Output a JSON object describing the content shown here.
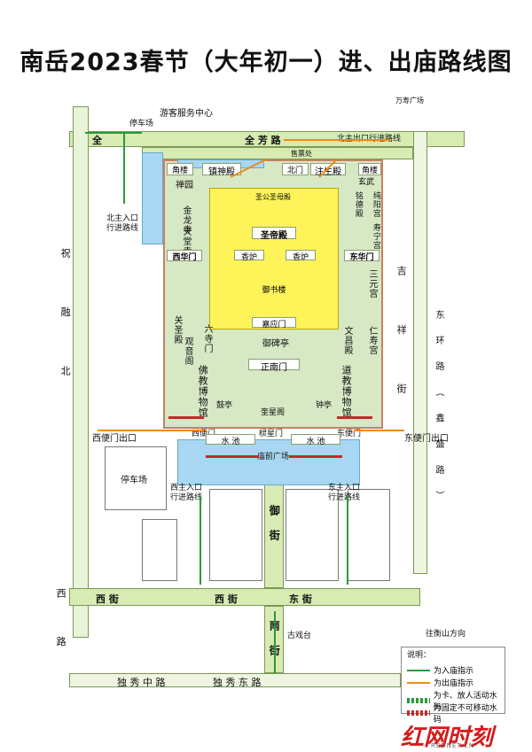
{
  "title": "南岳2023春节（大年初一）进、出庙路线图",
  "roads": {
    "north": "全 芳 路",
    "north_west": "全",
    "west_main": "祝 融 北",
    "west_lower": "西 路",
    "west_street": "西 街",
    "west_street2": "西 街",
    "east_street": "东 街",
    "south_main": "独 秀 中 路",
    "south_east": "独 秀 东 路",
    "east_main": "东 环 路 （ 鑫 盛 路 ）",
    "jixiang": "吉 祥 街",
    "yujie": "御 街",
    "nanjie": "南 街"
  },
  "places": {
    "visitor_center": "游客服务中心",
    "parking_top": "停车场",
    "parking_left": "停车场",
    "wanshou": "万寿广场",
    "north_exit": "北主出口行进路线",
    "north_entry": "北主入口行进路线",
    "west_exit": "西便门出口",
    "east_exit": "东便门出口",
    "west_entry": "西主入口行进路线",
    "east_entry": "东主入口行进路线",
    "plaza": "庙前广场",
    "pool_w": "水 池",
    "pool_e": "水 池",
    "guxitai": "古戏台",
    "wangfang": "往衡山方向",
    "ticket": "售票处"
  },
  "halls": {
    "jiaolou_nw": "角楼",
    "jiaolou_ne": "角楼",
    "zhenshen": "镇神殿",
    "beimen": "北门",
    "zhusheng": "注生殿",
    "xuanwu": "玄武",
    "shenggong": "圣公圣母殿",
    "shengdi": "圣帝殿",
    "xianglu_w": "香炉",
    "xianglu_e": "香炉",
    "yushu": "御书楼",
    "jiaying": "嘉应门",
    "yubei": "御碑亭",
    "zhengnan": "正南门",
    "kuixing": "奎星阁",
    "chan": "禅园",
    "jinlong": "金龙寺",
    "tiantang": "天堂寺",
    "xihua": "西华门",
    "donghua": "东华门",
    "lumin": "铭德殿",
    "chunyang": "纯阳宫",
    "shouning": "寿宁宫",
    "sanyuan": "三元宫",
    "liuxiang": "六寺门",
    "wenchang": "文昌殿",
    "renshou": "仁寿宫",
    "guansheng": "关圣殿",
    "guanyin": "观音阁",
    "fojiao": "佛教博物馆",
    "daojiao": "道教博物馆",
    "gubei": "鼓亭",
    "zhong": "钟亭",
    "xibianmen": "西便门",
    "dongbianmen": "东便门",
    "lingxing": "棂星门"
  },
  "legend": {
    "title": "说明：",
    "enter": "为入庙指示",
    "exit": "为出庙指示",
    "release": "为卡、放人活动水码",
    "fixed": "为固定不可移动水码"
  },
  "logo": {
    "brand": "红网时刻",
    "sub": "REDNET.CN"
  },
  "colors": {
    "road": "#d7ebb2",
    "yard": "#fff35a",
    "water": "#a7d7f2",
    "enter_arrow": "#2a9a3a",
    "exit_arrow": "#ef8a1a",
    "fixed_marker": "#c82828"
  }
}
